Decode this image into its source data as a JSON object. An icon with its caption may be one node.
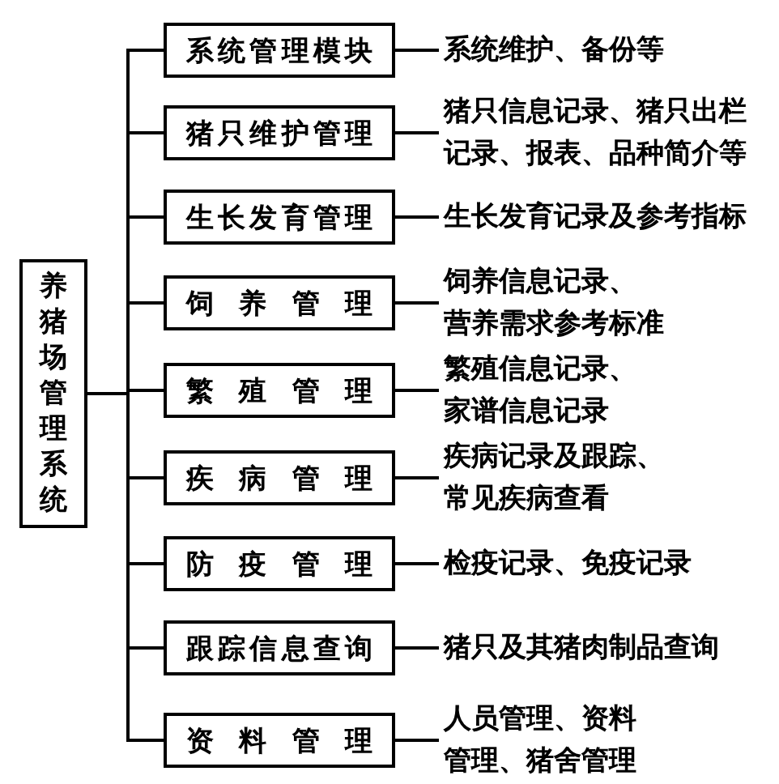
{
  "diagram": {
    "nodes": [
      {
        "text": [
          "养猪场管理系统"
        ]
      },
      {
        "text": [
          "系统管理模块"
        ]
      },
      {
        "text": [
          "猪只维护管理"
        ]
      },
      {
        "text": [
          "生长发育管理"
        ]
      },
      {
        "text": [
          "饲养管理"
        ]
      },
      {
        "text": [
          "繁殖管理"
        ]
      },
      {
        "text": [
          "疾病管理"
        ]
      },
      {
        "text": [
          "防疫管理"
        ]
      },
      {
        "text": [
          "跟踪信息查询"
        ]
      },
      {
        "text": [
          "资料管理"
        ]
      },
      {
        "text": [
          "系统维护、备份等"
        ]
      },
      {
        "text": [
          "猪只信息记录、猪只出栏记录、报表、品种简介等"
        ]
      },
      {
        "text": [
          "生长发育记录及参考指标"
        ]
      },
      {
        "text": [
          "饲养信息记录、营养需求参考标准"
        ]
      },
      {
        "text": [
          "繁殖信息记录、家谱信息记录"
        ]
      },
      {
        "text": [
          "疾病记录及跟踪、常见疾病查看"
        ]
      },
      {
        "text": [
          "检疫记录、免疫记录"
        ]
      },
      {
        "text": [
          "猪只及其猪肉制品查询"
        ]
      },
      {
        "text": [
          "人员管理、资料管理、猪舍管理"
        ]
      }
    ],
    "edges": [
      {
        "from": 0,
        "to": 1,
        "arrow": "none"
      },
      {
        "from": 0,
        "to": 2,
        "arrow": "none"
      },
      {
        "from": 0,
        "to": 3,
        "arrow": "none"
      },
      {
        "from": 0,
        "to": 4,
        "arrow": "none"
      },
      {
        "from": 0,
        "to": 5,
        "arrow": "none"
      },
      {
        "from": 0,
        "to": 6,
        "arrow": "none"
      },
      {
        "from": 0,
        "to": 7,
        "arrow": "none"
      },
      {
        "from": 0,
        "to": 8,
        "arrow": "none"
      },
      {
        "from": 0,
        "to": 9,
        "arrow": "none"
      },
      {
        "from": 1,
        "to": 10,
        "arrow": "none"
      },
      {
        "from": 2,
        "to": 11,
        "arrow": "none"
      },
      {
        "from": 3,
        "to": 12,
        "arrow": "none"
      },
      {
        "from": 4,
        "to": 13,
        "arrow": "none"
      },
      {
        "from": 5,
        "to": 14,
        "arrow": "none"
      },
      {
        "from": 6,
        "to": 15,
        "arrow": "none"
      },
      {
        "from": 7,
        "to": 16,
        "arrow": "none"
      },
      {
        "from": 8,
        "to": 17,
        "arrow": "none"
      },
      {
        "from": 9,
        "to": 18,
        "arrow": "none"
      }
    ]
  }
}
